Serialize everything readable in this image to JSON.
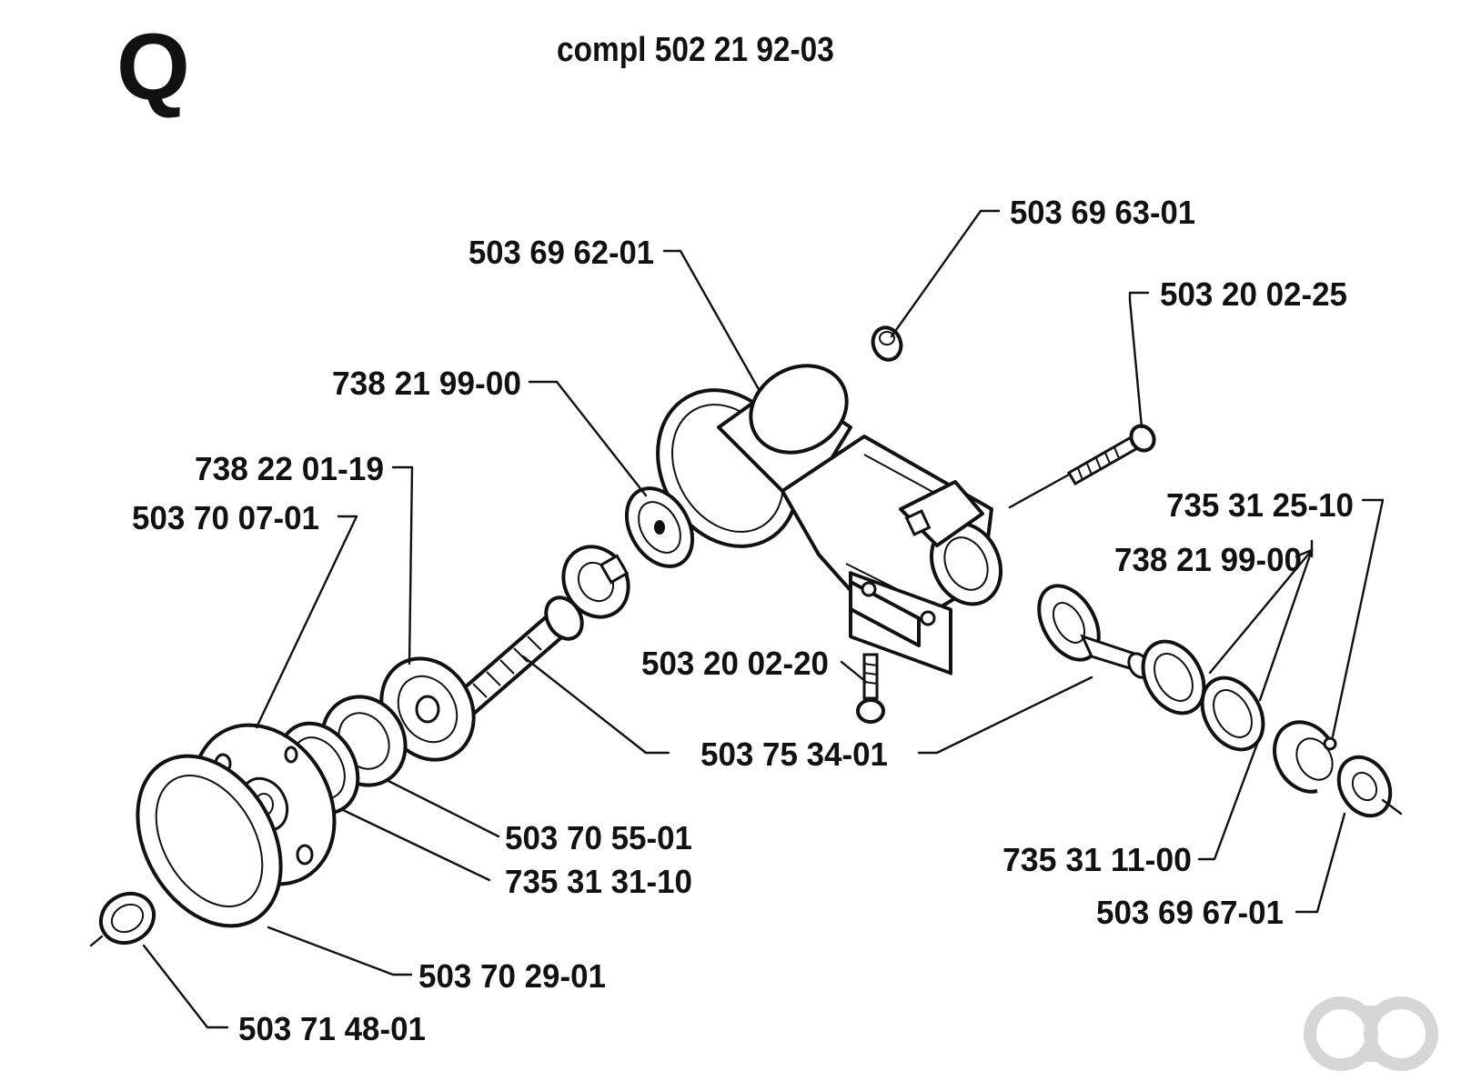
{
  "section_letter": "Q",
  "assembly_title": "compl 502 21 92-03",
  "parts": [
    {
      "id": "p1",
      "number": "503 69 63-01"
    },
    {
      "id": "p2",
      "number": "503 69 62-01"
    },
    {
      "id": "p3",
      "number": "503 20 02-25"
    },
    {
      "id": "p4",
      "number": "738 21 99-00"
    },
    {
      "id": "p5",
      "number": "738 22 01-19"
    },
    {
      "id": "p6",
      "number": "503 70 07-01"
    },
    {
      "id": "p7",
      "number": "735 31 25-10"
    },
    {
      "id": "p8",
      "number": "738 21 99-00"
    },
    {
      "id": "p9",
      "number": "503 20 02-20"
    },
    {
      "id": "p10",
      "number": "503 75 34-01"
    },
    {
      "id": "p11",
      "number": "503 70 55-01"
    },
    {
      "id": "p12",
      "number": "735 31 31-10"
    },
    {
      "id": "p13",
      "number": "735 31 11-00"
    },
    {
      "id": "p14",
      "number": "503 69 67-01"
    },
    {
      "id": "p15",
      "number": "503 70 29-01"
    },
    {
      "id": "p16",
      "number": "503 71 48-01"
    }
  ]
}
